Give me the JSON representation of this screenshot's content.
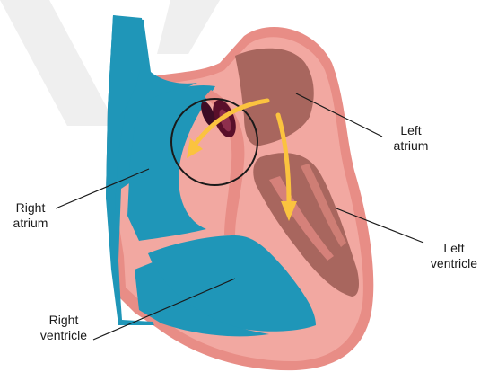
{
  "labels": {
    "left_atrium": [
      "Left",
      "atrium"
    ],
    "left_ventricle": [
      "Left",
      "ventricle"
    ],
    "right_atrium": [
      "Right",
      "atrium"
    ],
    "right_ventricle": [
      "Right",
      "ventricle"
    ]
  },
  "colors": {
    "right_side_blood": "#1f96b8",
    "heart_wall": "#f0a39c",
    "heart_wall_dark": "#e47a73",
    "left_side_blood": "#a8665e",
    "shunt_opening": "#5a0f2a",
    "flow_arrow": "#fbc33f",
    "background_watermark": "#ececec"
  }
}
